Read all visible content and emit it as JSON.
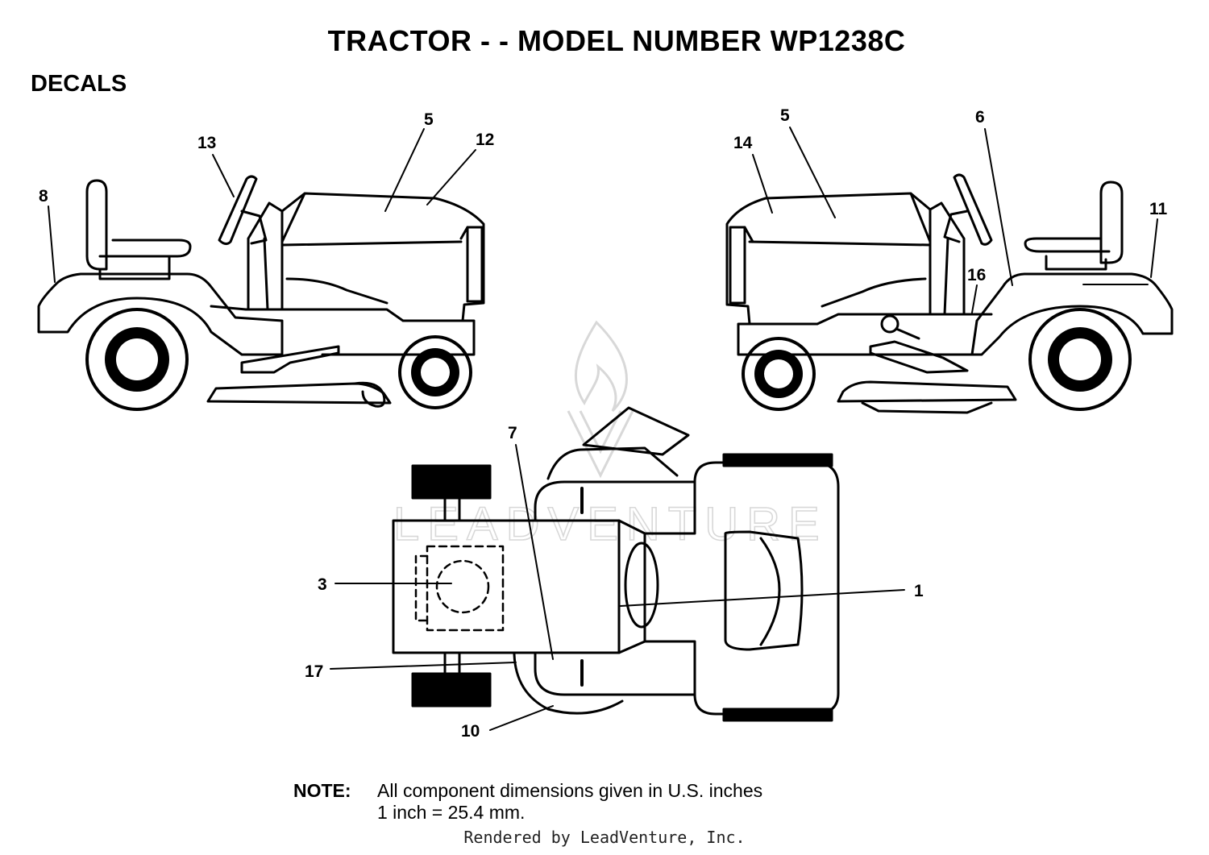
{
  "title": "TRACTOR - - MODEL NUMBER WP1238C",
  "section": "DECALS",
  "watermark": "LEADVENTURE",
  "callouts": {
    "left_view": [
      "8",
      "13",
      "5",
      "12"
    ],
    "right_view": [
      "14",
      "5",
      "6",
      "11",
      "16"
    ],
    "top_view": [
      "7",
      "3",
      "1",
      "17",
      "10"
    ]
  },
  "note": {
    "label": "NOTE:",
    "line1": "All component dimensions given in U.S. inches",
    "line2": "1 inch = 25.4 mm."
  },
  "footer": "Rendered by LeadVenture, Inc.",
  "colors": {
    "ink": "#000000",
    "background": "#ffffff",
    "watermark": "#d8d8d8"
  }
}
